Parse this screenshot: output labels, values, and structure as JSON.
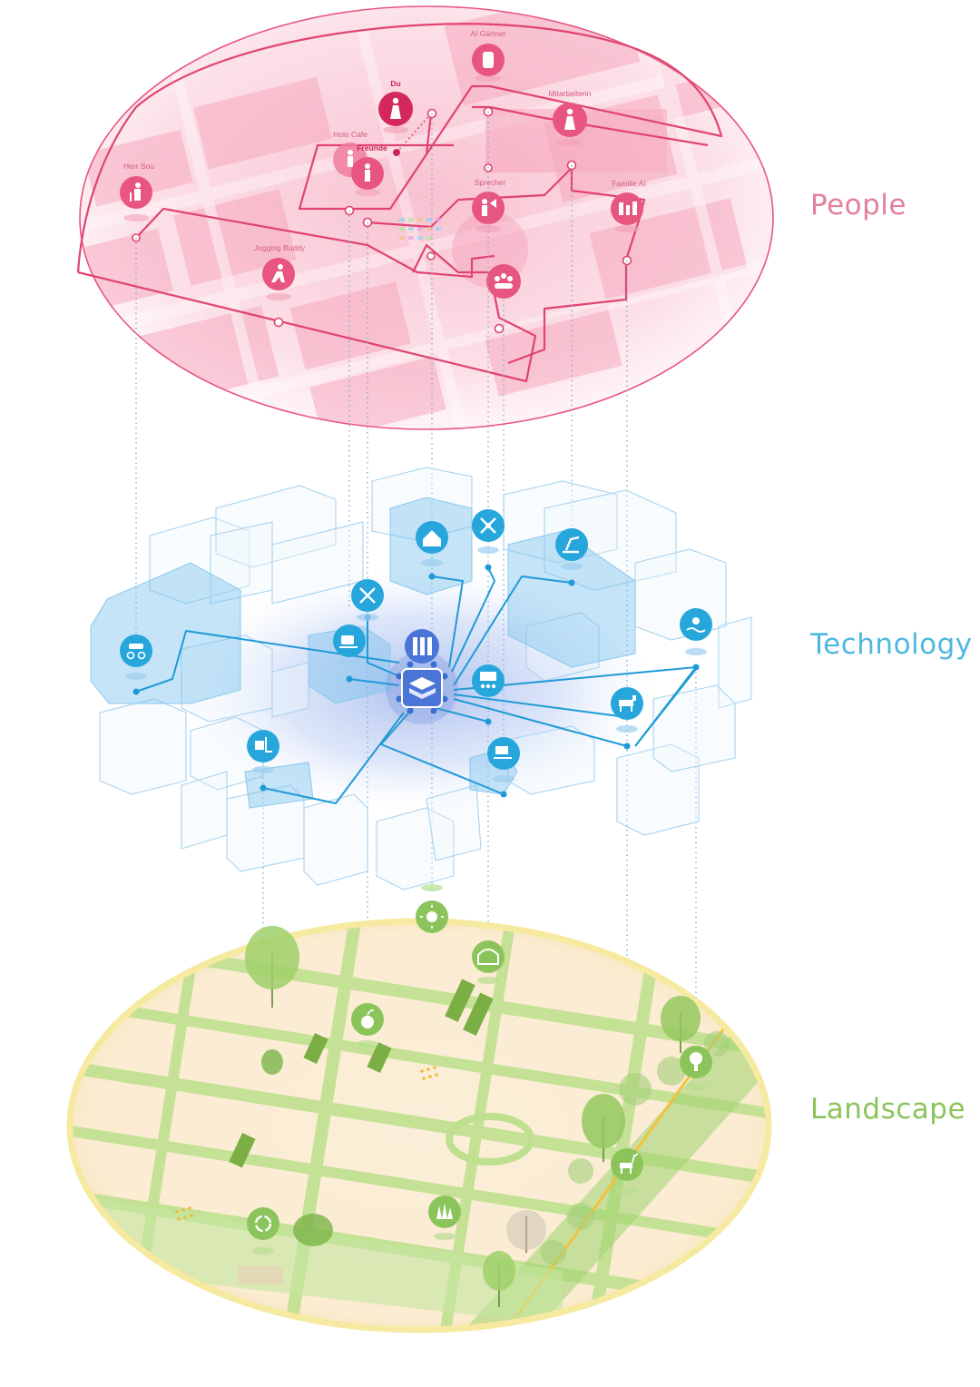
{
  "layers": {
    "people": "People",
    "technology": "Technology",
    "landscape": "Landscape"
  },
  "people": [
    {
      "label": "AI Gärtner",
      "icon": "gardener-robot-icon"
    },
    {
      "label": "Du",
      "icon": "woman-icon"
    },
    {
      "label": "Mitarbeiterin",
      "icon": "woman-icon"
    },
    {
      "label": "Holo Cafe",
      "icon": "hologram-people-icon"
    },
    {
      "label": "Freunde",
      "icon": "person-icon"
    },
    {
      "label": "Herr Sou",
      "icon": "elderly-man-icon"
    },
    {
      "label": "Sprecher",
      "icon": "speaker-icon"
    },
    {
      "label": "Familie AI",
      "icon": "family-icon"
    },
    {
      "label": "Jogging Buddy",
      "icon": "jogger-icon"
    },
    {
      "label": "",
      "icon": "group-icon"
    }
  ],
  "technology": [
    {
      "icon": "smart-home-icon"
    },
    {
      "icon": "drone-icon"
    },
    {
      "icon": "robot-arm-icon"
    },
    {
      "icon": "utensils-icon"
    },
    {
      "icon": "coffee-cup-icon"
    },
    {
      "icon": "server-rack-icon"
    },
    {
      "icon": "central-hub-icon"
    },
    {
      "icon": "shared-mobility-icon"
    },
    {
      "icon": "classroom-icon"
    },
    {
      "icon": "water-sensor-icon"
    },
    {
      "icon": "robot-dog-icon"
    },
    {
      "icon": "forklift-icon"
    },
    {
      "icon": "workstation-icon"
    }
  ],
  "landscape": [
    {
      "icon": "sun-icon"
    },
    {
      "icon": "greenhouse-icon"
    },
    {
      "icon": "apple-icon"
    },
    {
      "icon": "tree-icon"
    },
    {
      "icon": "deer-icon"
    },
    {
      "icon": "recycle-icon"
    },
    {
      "icon": "grass-icon"
    }
  ],
  "colors": {
    "people": "#e8557f",
    "technology": "#2aa4da",
    "landscape": "#8cc45c",
    "landscape_edge": "#f6e9a0"
  }
}
